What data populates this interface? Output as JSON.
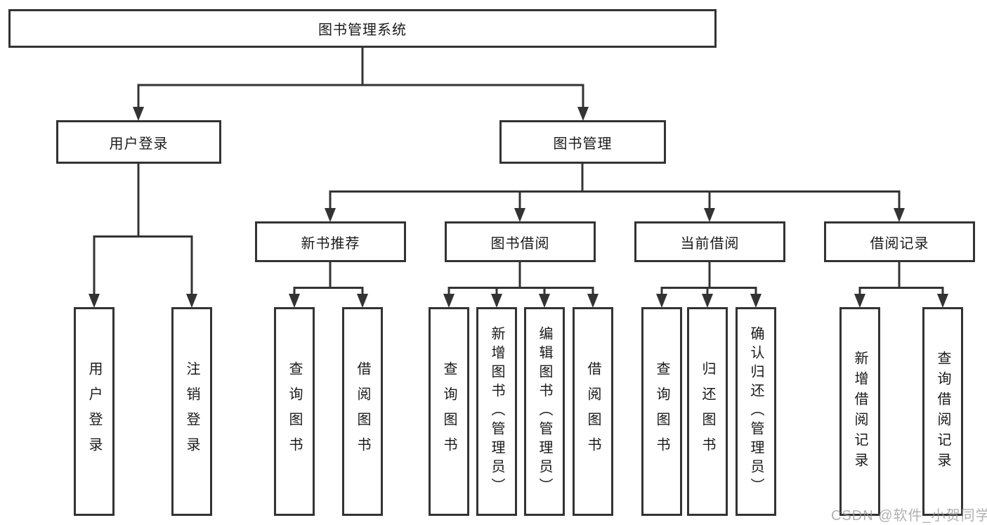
{
  "colors": {
    "line": "#333333",
    "box_border": "#333333",
    "box_fill": "#ffffff",
    "text": "#1a1a1a",
    "watermark": "#969696"
  },
  "watermark": "CSDN @软件_小贺同学",
  "diagram": {
    "type": "hierarchy-tree",
    "tree": {
      "root": {
        "label": "图书管理系统"
      },
      "branches": [
        {
          "label": "用户登录",
          "children": [
            {
              "label": "用户登录"
            },
            {
              "label": "注销登录"
            }
          ]
        },
        {
          "label": "图书管理",
          "children": [
            {
              "label": "新书推荐",
              "children": [
                {
                  "label": "查询图书"
                },
                {
                  "label": "借阅图书"
                }
              ]
            },
            {
              "label": "图书借阅",
              "children": [
                {
                  "label": "查询图书"
                },
                {
                  "label": "新增图书（管理员）"
                },
                {
                  "label": "编辑图书（管理员）"
                },
                {
                  "label": "借阅图书"
                }
              ]
            },
            {
              "label": "当前借阅",
              "children": [
                {
                  "label": "查询图书"
                },
                {
                  "label": "归还图书"
                },
                {
                  "label": "确认归还（管理员）"
                }
              ]
            },
            {
              "label": "借阅记录",
              "children": [
                {
                  "label": "新增借阅记录"
                },
                {
                  "label": "查询借阅记录"
                }
              ]
            }
          ]
        }
      ]
    }
  }
}
